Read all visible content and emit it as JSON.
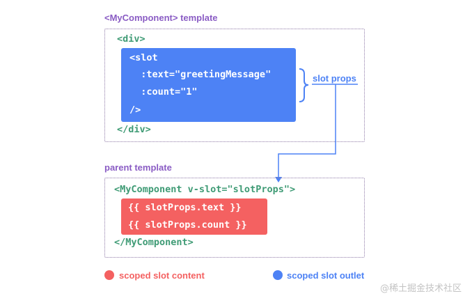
{
  "component_section": {
    "title": "<MyComponent> template",
    "div_open": "<div>",
    "div_close": "</div>",
    "slot_lines": [
      "<slot",
      "  :text=\"greetingMessage\"",
      "  :count=\"1\"",
      "/>"
    ]
  },
  "slot_props_label": "slot props",
  "parent_section": {
    "title": "parent template",
    "component_open": "<MyComponent v-slot=\"slotProps\">",
    "component_close": "</MyComponent>",
    "content_lines": [
      "{{ slotProps.text }}",
      "{{ slotProps.count }}"
    ]
  },
  "legend": {
    "content": "scoped slot content",
    "outlet": "scoped slot outlet"
  },
  "watermark": "@稀土掘金技术社区",
  "colors": {
    "title_purple": "#8a5cc4",
    "code_green": "#3f9b75",
    "outlet_blue": "#4d82f5",
    "content_red": "#f46161"
  }
}
